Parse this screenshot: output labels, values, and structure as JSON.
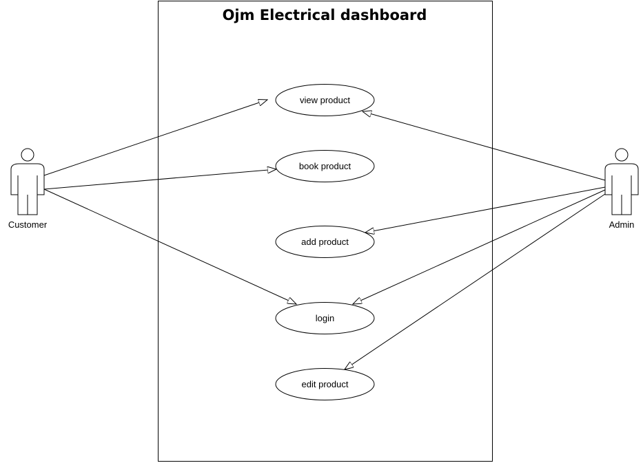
{
  "diagram": {
    "title": "Ojm Electrical dashboard",
    "actors": [
      {
        "id": "customer",
        "label": "Customer"
      },
      {
        "id": "admin",
        "label": "Admin"
      }
    ],
    "use_cases": [
      {
        "id": "view",
        "label": "view product"
      },
      {
        "id": "book",
        "label": "book product"
      },
      {
        "id": "add",
        "label": "add product"
      },
      {
        "id": "login",
        "label": "login"
      },
      {
        "id": "edit",
        "label": "edit product"
      }
    ],
    "associations": [
      {
        "from": "customer",
        "to": "view"
      },
      {
        "from": "customer",
        "to": "book"
      },
      {
        "from": "customer",
        "to": "login"
      },
      {
        "from": "admin",
        "to": "view"
      },
      {
        "from": "admin",
        "to": "add"
      },
      {
        "from": "admin",
        "to": "login"
      },
      {
        "from": "admin",
        "to": "edit"
      }
    ]
  }
}
